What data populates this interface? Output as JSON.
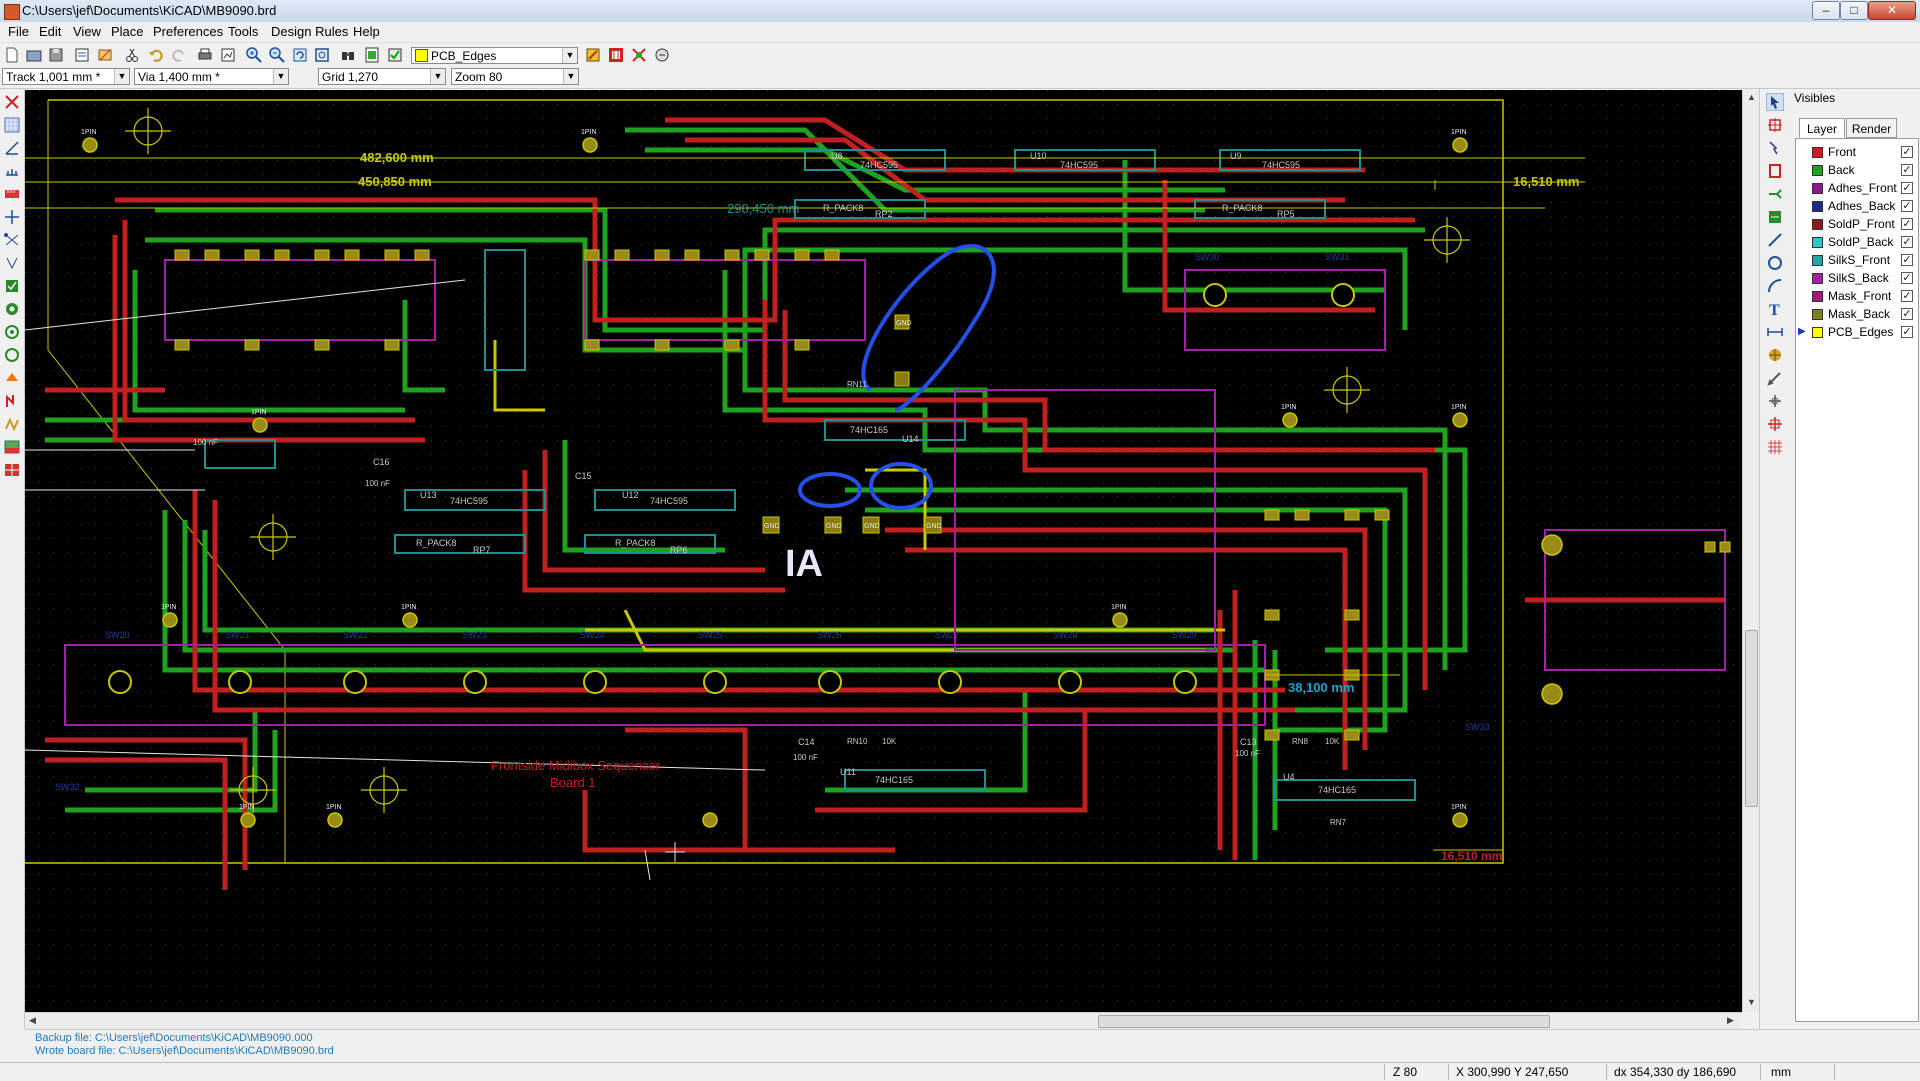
{
  "window": {
    "title": "C:\\Users\\jef\\Documents\\KiCAD\\MB9090.brd",
    "controls": [
      "–",
      "□",
      "✕"
    ]
  },
  "menu": [
    "File",
    "Edit",
    "View",
    "Place",
    "Preferences",
    "Tools",
    "Design Rules",
    "Help"
  ],
  "toolbar": {
    "active_layer": "PCB_Edges",
    "active_layer_color": "#ffff00",
    "track": "Track 1,001 mm *",
    "via": "Via 1,400 mm *",
    "grid": "Grid 1,270",
    "zoom": "Zoom 80"
  },
  "visibles": {
    "title": "Visibles",
    "tabs": [
      "Layer",
      "Render"
    ],
    "active_tab": "Layer",
    "layers": [
      {
        "name": "Front",
        "color": "#c21f1f",
        "checked": true,
        "active": false
      },
      {
        "name": "Back",
        "color": "#1fa31f",
        "checked": true,
        "active": false
      },
      {
        "name": "Adhes_Front",
        "color": "#8b1a8b",
        "checked": true,
        "active": false
      },
      {
        "name": "Adhes_Back",
        "color": "#1a2a8b",
        "checked": true,
        "active": false
      },
      {
        "name": "SoldP_Front",
        "color": "#8b1a1a",
        "checked": true,
        "active": false
      },
      {
        "name": "SoldP_Back",
        "color": "#26c9c9",
        "checked": true,
        "active": false
      },
      {
        "name": "SilkS_Front",
        "color": "#22a5a5",
        "checked": true,
        "active": false
      },
      {
        "name": "SilkS_Back",
        "color": "#a31fa3",
        "checked": true,
        "active": false
      },
      {
        "name": "Mask_Front",
        "color": "#a3197a",
        "checked": true,
        "active": false
      },
      {
        "name": "Mask_Back",
        "color": "#7f7f1f",
        "checked": true,
        "active": false
      },
      {
        "name": "PCB_Edges",
        "color": "#ffff00",
        "checked": true,
        "active": true
      }
    ]
  },
  "board": {
    "dimensions": [
      "482,600 mm",
      "450,850 mm",
      "298,450 mm",
      "16,510 mm",
      "38,100 mm",
      "16,510 mm"
    ],
    "silk_text": [
      "Frontside Midibox Sequencer",
      "Board 1"
    ],
    "components": [
      "U8",
      "U10",
      "U9",
      "U13",
      "U12",
      "U14",
      "U11",
      "U4",
      "RP2",
      "RP5",
      "RP7",
      "RP6",
      "C16",
      "C15",
      "C14",
      "C13",
      "74HC595",
      "74HC595",
      "74HC595",
      "74HC595",
      "74HC595",
      "74HC165",
      "74HC165",
      "74HC165",
      "R_PACK8",
      "R_PACK8",
      "R_PACK8",
      "R_PACK8",
      "SW20",
      "SW21",
      "SW22",
      "SW23",
      "SW24",
      "SW25",
      "SW26",
      "SW27",
      "SW28",
      "SW29",
      "SW30",
      "SW31",
      "SW32",
      "SW33",
      "1PIN",
      "1PIN",
      "1PIN",
      "1PIN",
      "1PIN",
      "1PIN",
      "1PIN",
      "1PIN",
      "1PIN",
      "1PIN",
      "1PIN",
      "1PIN",
      "GND",
      "GND",
      "GND",
      "GND",
      "GND",
      "RN7",
      "RN8",
      "RN10",
      "RN11",
      "10K",
      "10K",
      "100 nF",
      "100 nF",
      "100 nF",
      "100 nF"
    ],
    "overlay_label": "IA"
  },
  "messages": {
    "backup": "Backup file: C:\\Users\\jef\\Documents\\KiCAD\\MB9090.000",
    "wrote": "Wrote board file: C:\\Users\\jef\\Documents\\KiCAD\\MB9090.brd"
  },
  "status": {
    "zoom": "Z 80",
    "coords": "X 300,990  Y 247,650",
    "delta": "dx 354,330  dy 186,690",
    "units": "mm"
  },
  "icons": {
    "toolbar": [
      "new-board-icon",
      "open-icon",
      "save-icon",
      "page-settings-icon",
      "board-setup-icon",
      "cut-icon",
      "undo-icon",
      "redo-icon",
      "print-icon",
      "plot-icon",
      "zoom-in-icon",
      "zoom-out-icon",
      "zoom-redraw-icon",
      "zoom-fit-icon",
      "find-icon",
      "netlist-icon",
      "drc-icon",
      "layer-pair-icon",
      "autoplace-icon",
      "autoroute-icon",
      "microwave-icon"
    ],
    "left": [
      "drc-off-icon",
      "grid-icon",
      "polar-coords-icon",
      "inches-icon",
      "mm-icon",
      "cursor-shape-icon",
      "ratsnest-icon",
      "module-ratsnest-icon",
      "autodelete-icon",
      "pads-sketch-icon",
      "vias-sketch-icon",
      "tracks-sketch-icon",
      "zones-icon",
      "high-contrast-icon",
      "microwave-toolbar-icon",
      "layers-manager-icon"
    ],
    "right": [
      "select-arrow-icon",
      "module-mode-icon",
      "track-mode-icon",
      "highlight-net-icon",
      "add-module-icon",
      "add-track-icon",
      "add-zone-icon",
      "add-line-icon",
      "add-circle-icon",
      "add-arc-icon",
      "add-text-icon",
      "add-dimension-icon",
      "add-target-icon",
      "delete-icon",
      "set-origin-icon",
      "grid-origin-icon"
    ]
  }
}
